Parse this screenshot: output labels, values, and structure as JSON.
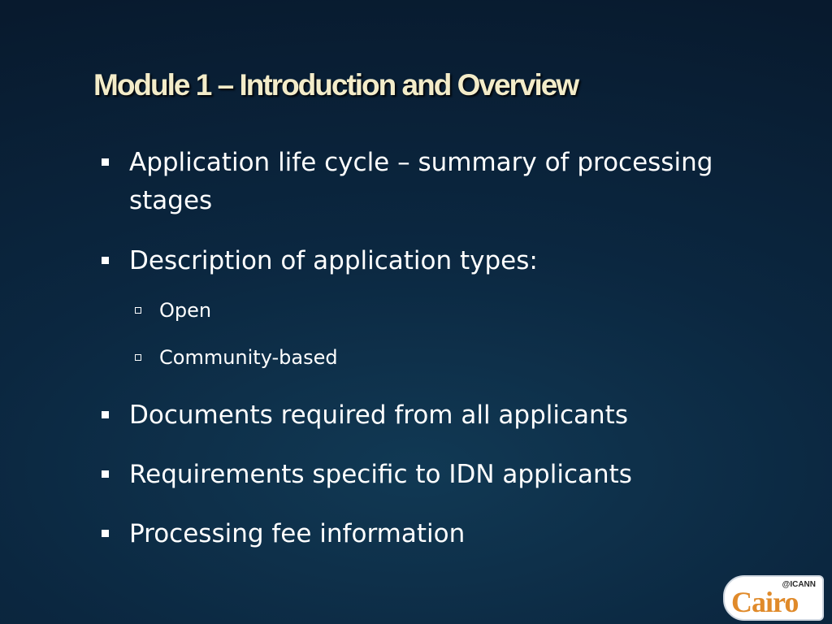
{
  "slide": {
    "title": "Module 1 – Introduction and Overview",
    "bullets": [
      {
        "text": "Application life cycle – summary of processing stages"
      },
      {
        "text": "Description of application types:"
      },
      {
        "text": "Documents required from all applicants"
      },
      {
        "text": "Requirements specific to IDN applicants"
      },
      {
        "text": "Processing fee information"
      }
    ],
    "sub_bullets": [
      {
        "text": "Open"
      },
      {
        "text": "Community-based"
      }
    ]
  },
  "logo": {
    "brand": "@ICANN",
    "word": "Cairo"
  },
  "colors": {
    "title": "#f3ecc9",
    "text": "#ffffff",
    "background": "#0b2740"
  }
}
